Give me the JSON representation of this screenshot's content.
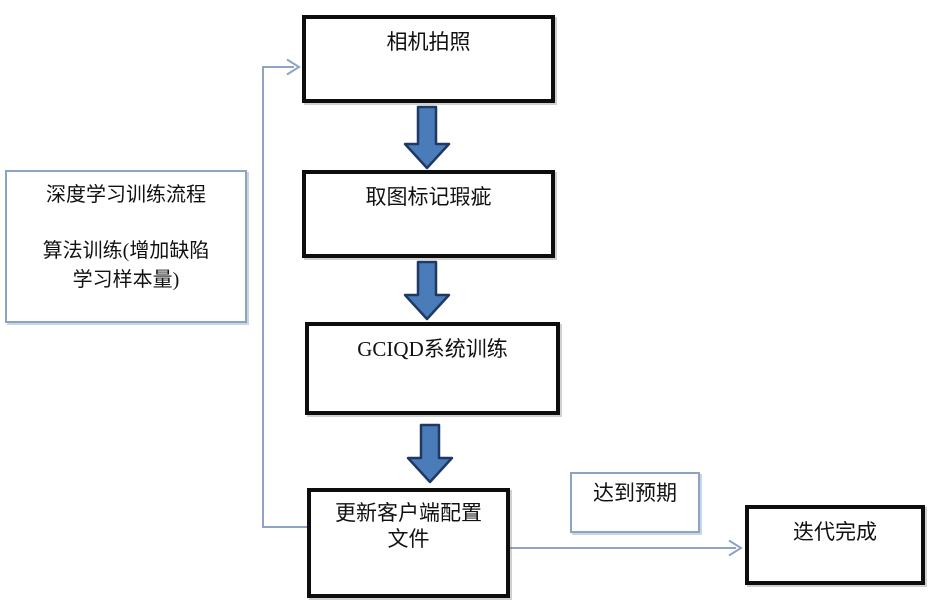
{
  "diagram": {
    "type": "flowchart",
    "background": "#ffffff",
    "colors": {
      "process_box_border": "#0d0d0d",
      "note_box_border": "#8ca3c2",
      "connector_line": "#8fa3c4",
      "block_arrow_fill": "#4a7cba",
      "block_arrow_stroke": "#1f3864",
      "text": "#111111"
    },
    "nodes": {
      "camera": {
        "label": "相机拍照"
      },
      "mark_defects": {
        "label": "取图标记瑕疵"
      },
      "gciqd_training": {
        "label": "GCIQD系统训练"
      },
      "update_config": {
        "line1": "更新客户端配置",
        "line2": "文件"
      },
      "side_note": {
        "line1": "深度学习训练流程",
        "line2": "算法训练(增加缺陷",
        "line3": "学习样本量)"
      },
      "expected_label": {
        "label": "达到预期"
      },
      "iteration_done": {
        "label": "迭代完成"
      }
    },
    "edges": [
      {
        "from": "camera",
        "to": "mark_defects",
        "style": "block-arrow-down"
      },
      {
        "from": "mark_defects",
        "to": "gciqd_training",
        "style": "block-arrow-down"
      },
      {
        "from": "gciqd_training",
        "to": "update_config",
        "style": "block-arrow-down"
      },
      {
        "from": "update_config",
        "to": "camera",
        "style": "thin-elbow-arrow-feedback-loop"
      },
      {
        "from": "update_config",
        "to": "iteration_done",
        "style": "thin-arrow-right",
        "label_node": "expected_label"
      }
    ]
  }
}
